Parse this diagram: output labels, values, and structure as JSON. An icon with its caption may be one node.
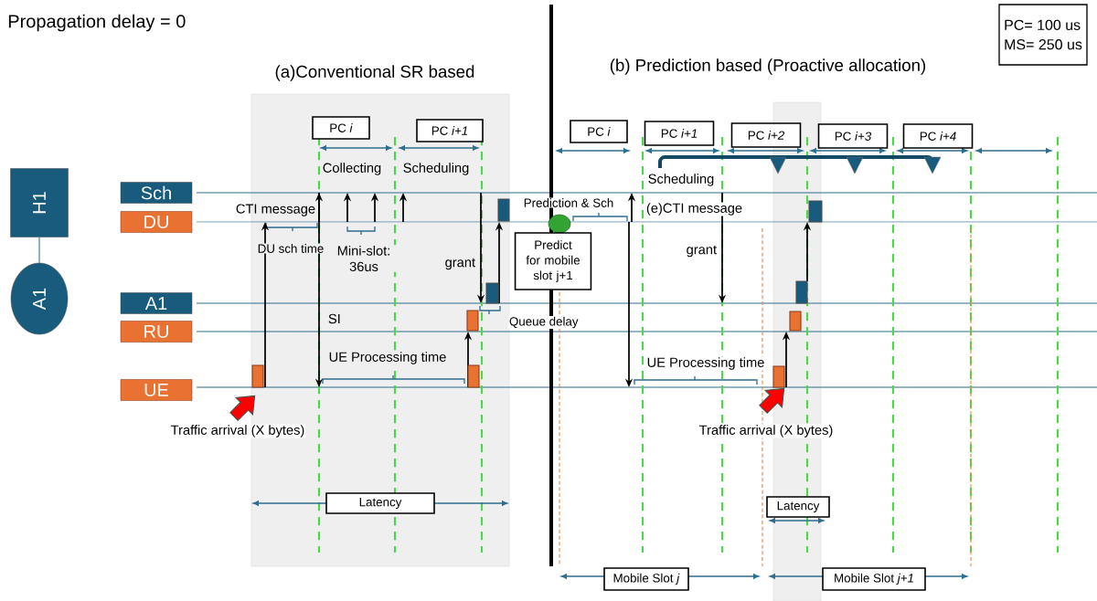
{
  "diagram": {
    "title": "Propagation delay = 0",
    "nodes": [
      {
        "text": [
          "H1"
        ]
      },
      {
        "text": [
          "A1"
        ]
      },
      {
        "text": [
          "Sch"
        ]
      },
      {
        "text": [
          "DU"
        ]
      },
      {
        "text": [
          "A1"
        ]
      },
      {
        "text": [
          "RU"
        ]
      },
      {
        "text": [
          "UE"
        ]
      },
      {
        "text": [
          "PC= 100 us",
          "MS= 250 us"
        ]
      },
      {
        "text": [
          "PC *i*"
        ]
      },
      {
        "text": [
          "PC *i+1*"
        ]
      },
      {
        "text": [
          "Latency"
        ]
      },
      {
        "text": [
          "Predict for mobile slot j+1"
        ]
      },
      {
        "text": [
          "PC *i*"
        ]
      },
      {
        "text": [
          "PC *i+1*"
        ]
      },
      {
        "text": [
          "PC *i+2*"
        ]
      },
      {
        "text": [
          "PC *i+3*"
        ]
      },
      {
        "text": [
          "PC *i+4*"
        ]
      },
      {
        "text": [
          "Latency"
        ]
      },
      {
        "text": [
          "Mobile Slot *j*"
        ]
      },
      {
        "text": [
          "Mobile Slot *j+1*"
        ]
      }
    ],
    "edges": [
      {
        "from": 0,
        "to": 1,
        "arrow": "none"
      }
    ],
    "labels": [
      "(a)Conventional SR based",
      "(b) Prediction based (Proactive allocation)",
      "Collecting",
      "Scheduling",
      "CTI message",
      "DU sch time",
      "Mini-slot: 36us",
      "grant",
      "SI",
      "Queue delay",
      "UE Processing time",
      "Traffic arrival (X bytes)",
      "Prediction & Sch",
      "Scheduling",
      "(e)CTI message",
      "grant",
      "UE Processing time",
      "Traffic arrival (X bytes)"
    ]
  }
}
